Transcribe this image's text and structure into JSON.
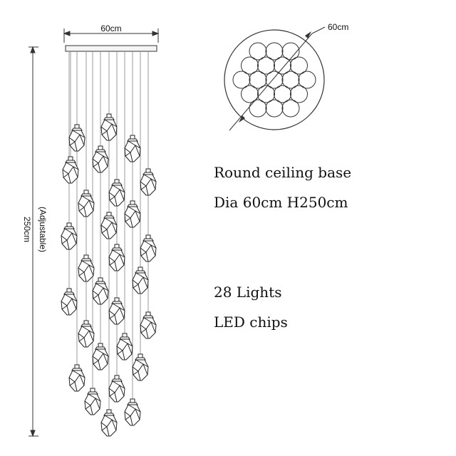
{
  "dimensions": {
    "width_label": "60cm",
    "height_label": "250cm",
    "adjustable_label": "(Adjustable)",
    "diameter_label": "60cm"
  },
  "specs": {
    "base": "Round ceiling base",
    "size": "Dia 60cm H250cm",
    "lights": "28 Lights",
    "chips": "LED chips"
  },
  "light_count": 28
}
